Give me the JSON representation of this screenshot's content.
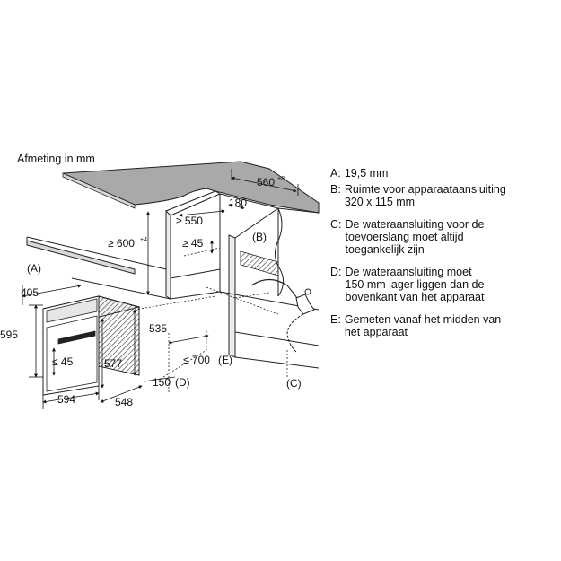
{
  "title": "Afmeting in mm",
  "dimensions": {
    "w560": "560",
    "w560_tol": "+8",
    "d180": "180",
    "h550": "≥ 550",
    "h600": "≥ 600",
    "h600_tol": "+4",
    "d45_top": "≥ 45",
    "w405": "405",
    "h595": "595",
    "d45_front": "≤ 45",
    "h577": "577",
    "h535": "535",
    "w594": "594",
    "d548": "548",
    "d700": "≤ 700",
    "d700_ref": "(E)",
    "d150": "150",
    "d150_ref": "(D)"
  },
  "callouts": {
    "A": "(A)",
    "B": "(B)",
    "C": "(C)"
  },
  "legend": [
    {
      "key": "A:",
      "text": "19,5 mm"
    },
    {
      "key": "B:",
      "text": "Ruimte voor apparaataansluiting\n320 x 115 mm"
    },
    {
      "key": "C:",
      "text": "De wateraansluiting voor de\ntoevoerslang moet altijd\ntoegankelijk zijn"
    },
    {
      "key": "D:",
      "text": "De wateraansluiting moet\n150 mm lager liggen dan de\nbovenkant van het apparaat"
    },
    {
      "key": "E:",
      "text": "Gemeten vanaf het midden van\nhet apparaat"
    }
  ]
}
